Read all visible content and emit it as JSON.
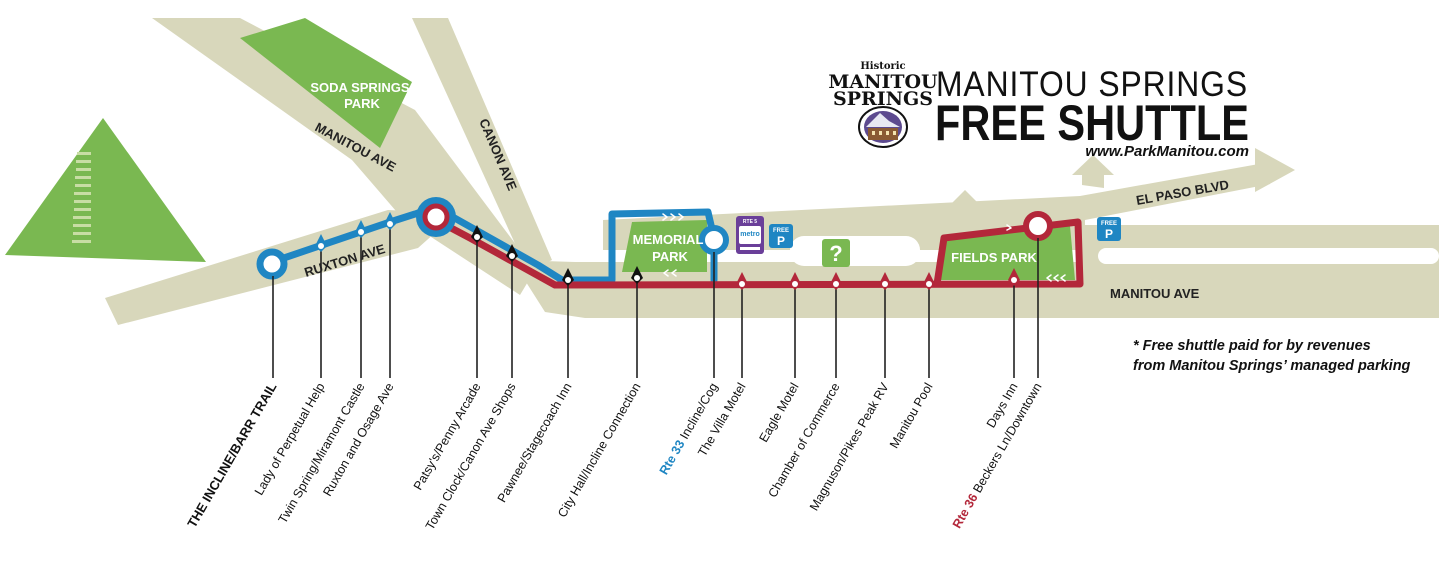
{
  "header": {
    "logo_historic": "Historic",
    "logo_manitou": "MANITOU",
    "logo_springs": "SPRINGS",
    "title_top": "MANITOU SPRINGS",
    "title_main": "FREE SHUTTLE",
    "url": "www.ParkManitou.com"
  },
  "note": {
    "line1": "* Free shuttle paid for by revenues",
    "line2": "from Manitou Springs’ managed parking"
  },
  "roads": {
    "manitou_ave_upper": "MANITOU AVE",
    "canon_ave": "CANON AVE",
    "ruxton_ave": "RUXTON AVE",
    "el_paso_blvd": "EL PASO BLVD",
    "manitou_ave_lower": "MANITOU AVE"
  },
  "parks": {
    "soda_springs_1": "SODA SPRINGS",
    "soda_springs_2": "PARK",
    "memorial_1": "MEMORIAL",
    "memorial_2": "PARK",
    "fields": "FIELDS PARK"
  },
  "parking": {
    "free_label": "FREE",
    "p_label": "P"
  },
  "transit": {
    "info_symbol": "?",
    "metro_label": "metro",
    "rte_label": "RTE 5"
  },
  "stops": [
    {
      "name": "THE INCLINE/BARR TRAIL",
      "bold": true
    },
    {
      "name": "Lady of Perpetual Help"
    },
    {
      "name": "Twin Spring/Miramont Castle"
    },
    {
      "name": "Ruxton and Osage Ave"
    },
    {
      "name": "Patsy's/Penny Arcade"
    },
    {
      "name": "Town Clock/Canon Ave Shops"
    },
    {
      "name": "Pawnee/Stagecoach Inn"
    },
    {
      "name": "City Hall/Incline Connection"
    },
    {
      "name": "Incline/Cog",
      "route": "Rte 33",
      "route_color": "blue"
    },
    {
      "name": "The Villa Motel"
    },
    {
      "name": "Eagle Motel"
    },
    {
      "name": "Chamber of Commerce"
    },
    {
      "name": "Magnuson/Pikes Peak RV"
    },
    {
      "name": "Manitou Pool"
    },
    {
      "name": "Days Inn"
    },
    {
      "name": "Beckers Ln/Downtown",
      "route": "Rte 36",
      "route_color": "red"
    }
  ],
  "colors": {
    "road": "#d8d7bb",
    "park": "#7ab851",
    "blue_route": "#1f86c3",
    "red_route": "#b3273a",
    "parking": "#1f86c3",
    "metro": "#6a3f99"
  }
}
